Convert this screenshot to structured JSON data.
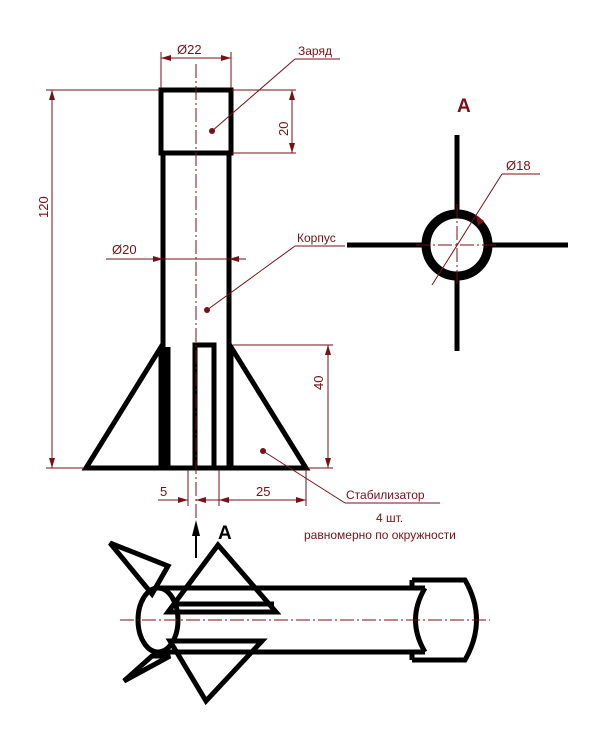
{
  "dimensions": {
    "d_top": "Ø22",
    "d_body": "Ø20",
    "d_section": "Ø18",
    "h_total": "120",
    "h_charge": "20",
    "h_fin": "40",
    "w_gap": "5",
    "w_fin": "25"
  },
  "labels": {
    "charge": "Заряд",
    "body": "Корпус",
    "stabilizer": "Стабилизатор",
    "stabilizer_count": "4 шт.",
    "stabilizer_note": "равномерно по окружности"
  },
  "view": {
    "letter": "A",
    "letter_section": "A"
  },
  "colors": {
    "object": "#000000",
    "dimension": "#7a0f14"
  }
}
